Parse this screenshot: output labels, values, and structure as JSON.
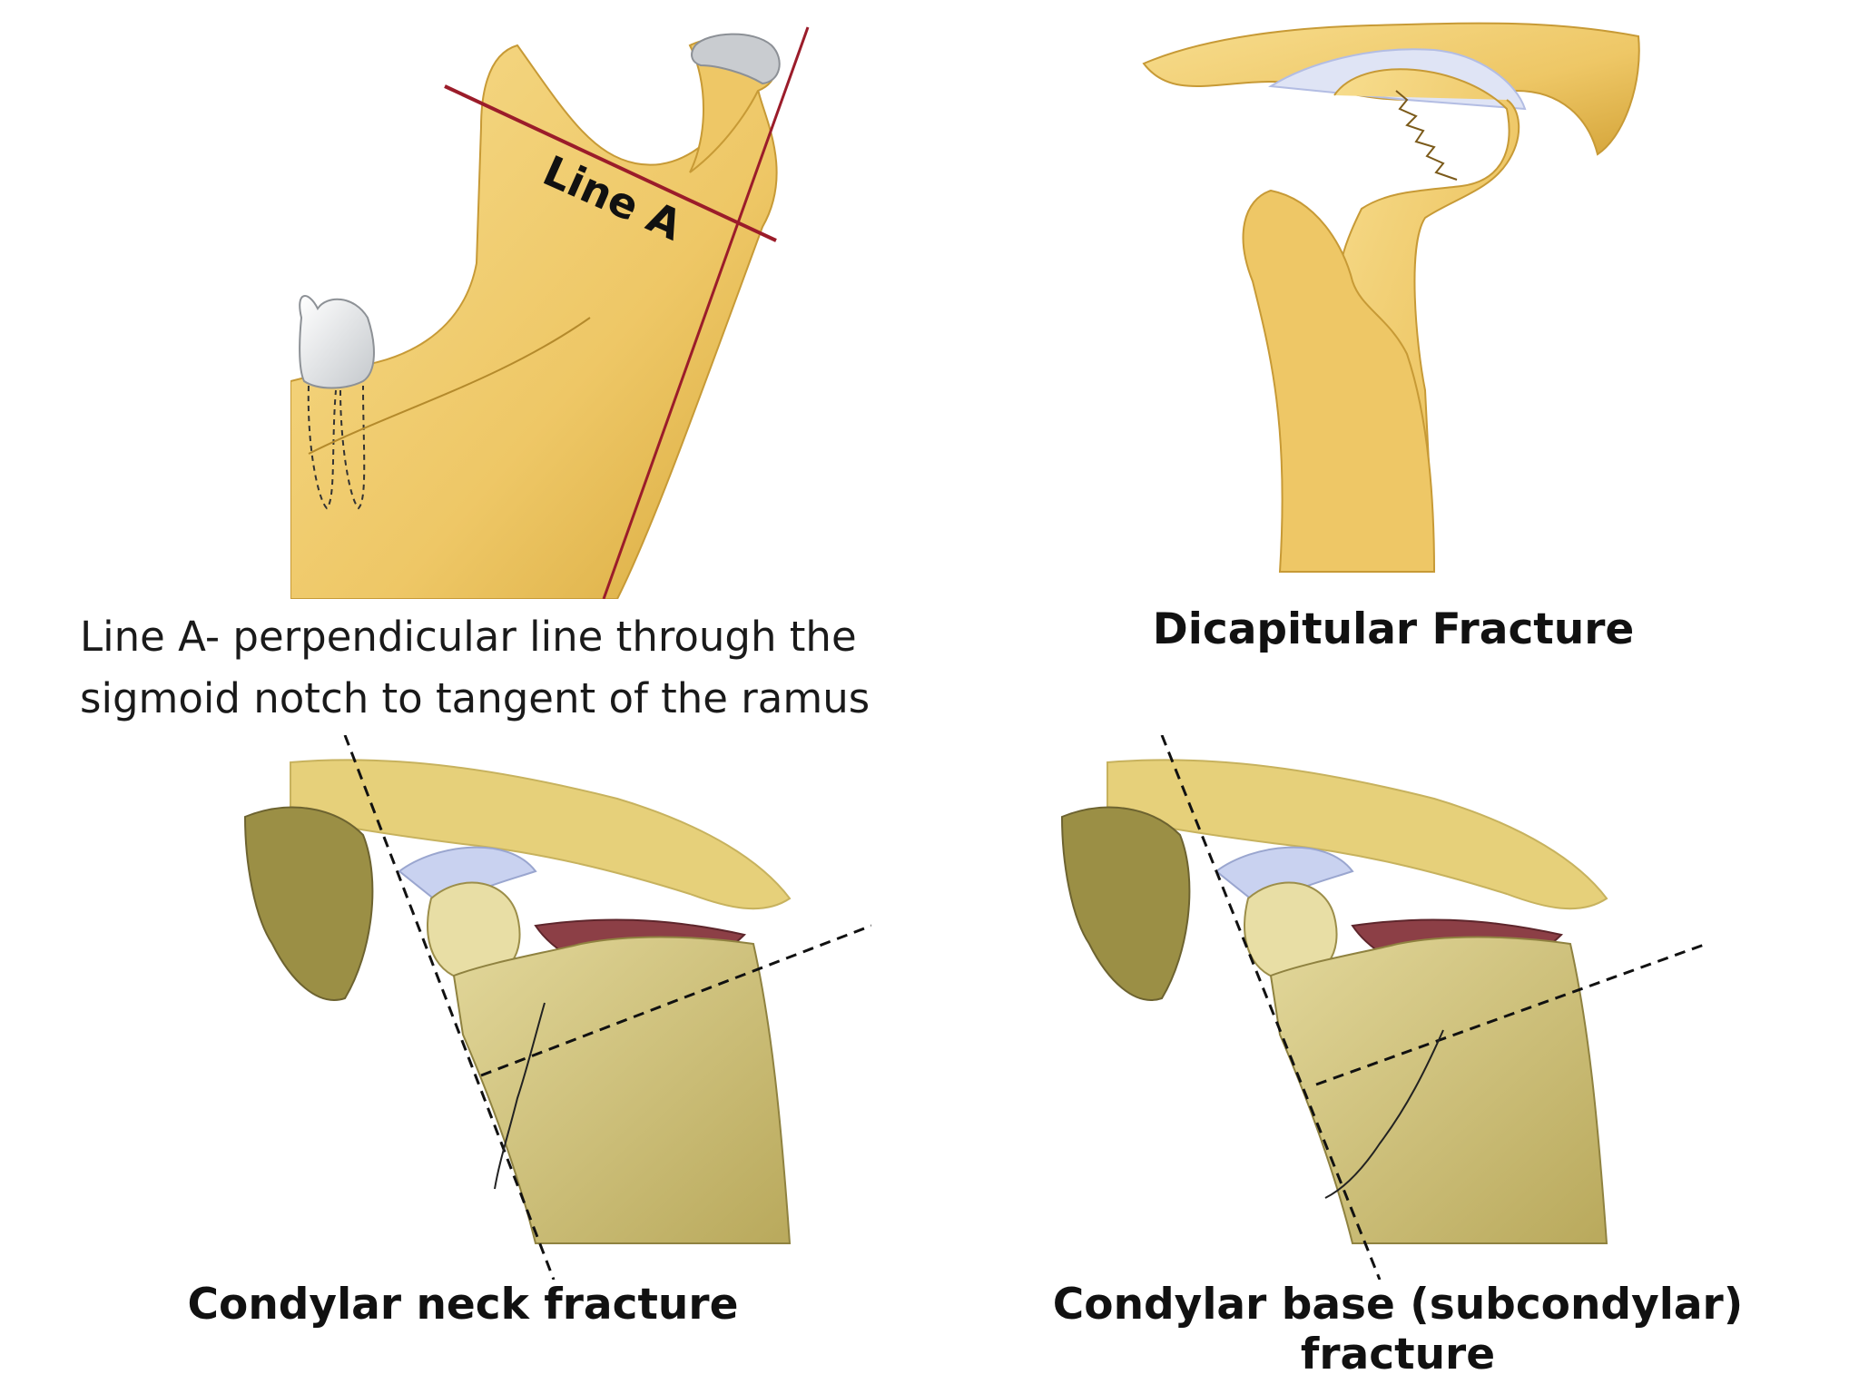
{
  "panels": {
    "line_a": {
      "diagram_label": "Line A",
      "caption_line1": "Line A- perpendicular line through the",
      "caption_line2": "sigmoid notch to  tangent of the ramus"
    },
    "dicapitular": {
      "caption": "Dicapitular Fracture"
    },
    "neck": {
      "caption": "Condylar neck fracture"
    },
    "base": {
      "caption": "Condylar base (subcondylar) fracture"
    }
  },
  "colors": {
    "bone": "#f0cd70",
    "bone_dark": "#d9ac3e",
    "bone_olive": "#c8bc74",
    "skull": "#e6d07a",
    "tooth": "#e9ecef",
    "red_line": "#9b1c2a",
    "muscle": "#8c3f46",
    "cartilage": "#c9d2f0"
  }
}
